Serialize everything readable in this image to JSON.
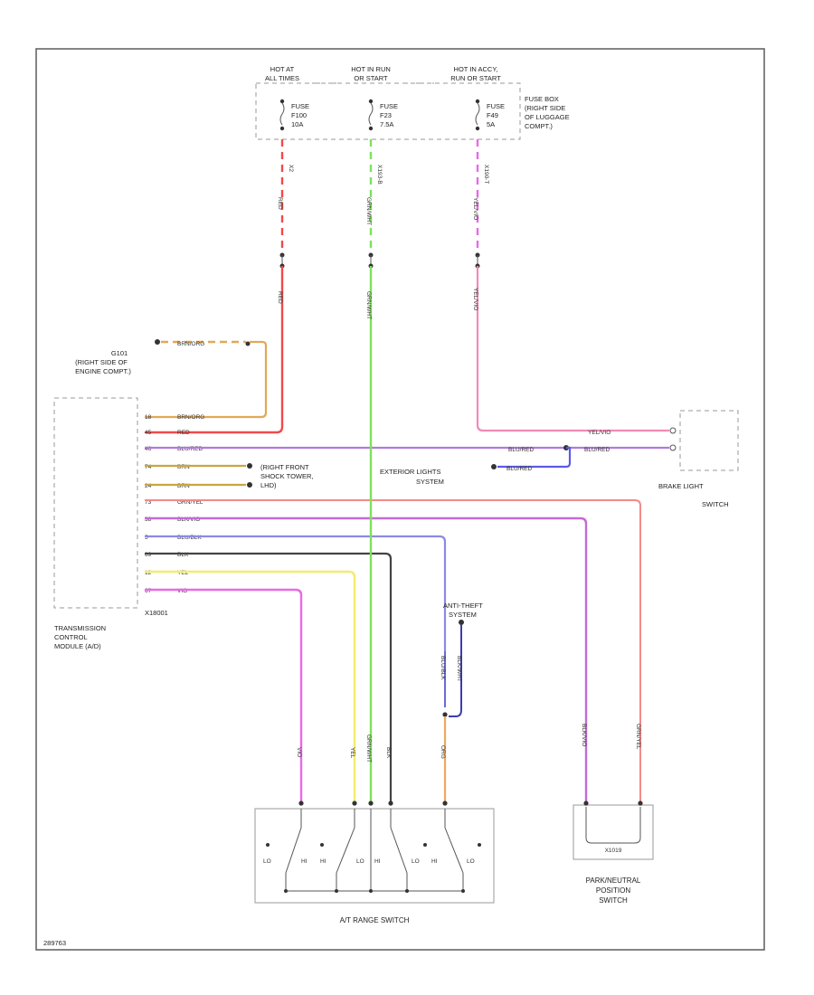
{
  "fuse_box": {
    "hot_labels": [
      [
        "HOT AT",
        "ALL TIMES"
      ],
      [
        "HOT IN RUN",
        "OR START"
      ],
      [
        "HOT IN ACCY,",
        "RUN OR START"
      ]
    ],
    "fuses": [
      [
        "FUSE",
        "F100",
        "10A"
      ],
      [
        "FUSE",
        "F23",
        "7.5A"
      ],
      [
        "FUSE",
        "F49",
        "5A"
      ]
    ],
    "box_label": [
      "FUSE BOX",
      "(RIGHT SIDE",
      "OF LUGGAGE",
      "COMPT.)"
    ]
  },
  "wires": [
    {
      "id": "w-red",
      "color": "#f24a4a",
      "codes": [
        "X2",
        "RED",
        "RED"
      ]
    },
    {
      "id": "w-green",
      "color": "#7fe05c",
      "codes": [
        "X193-B",
        "GRN/WHT",
        "GRN/WHT"
      ]
    },
    {
      "id": "w-pink",
      "color": "#f38ab4",
      "codes": [
        "X190-T",
        "YEL/VIO",
        "YEL/VIO"
      ]
    }
  ],
  "ground": {
    "id": [
      "G101",
      "(RIGHT SIDE OF",
      "ENGINE COMPT.)"
    ],
    "wire": "BRN/ORG"
  },
  "tcm": {
    "label": [
      "TRANSMISSION",
      "CONTROL",
      "MODULE (A/D)"
    ],
    "connector": "X18001",
    "pins": [
      {
        "pin": "18",
        "code": "BRN/ORG"
      },
      {
        "pin": "45",
        "code": "RED"
      },
      {
        "pin": "46",
        "code": "BLU/RED"
      },
      {
        "pin": "74",
        "code": "BRN"
      },
      {
        "pin": "24",
        "code": "BRN"
      },
      {
        "pin": "73",
        "code": "GRN/YEL"
      },
      {
        "pin": "38",
        "code": "BLK/VIO"
      },
      {
        "pin": "5",
        "code": "BLU/BLK"
      },
      {
        "pin": "69",
        "code": "BLK"
      },
      {
        "pin": "12",
        "code": "YEL"
      },
      {
        "pin": "67",
        "code": "VIO"
      }
    ]
  },
  "ground2": [
    "(RIGHT FRONT",
    "SHOCK TOWER,",
    "LHD)"
  ],
  "exterior": [
    "EXTERIOR LIGHTS",
    "SYSTEM"
  ],
  "exterior_wire": "BLU/RED",
  "brake_switch": {
    "label": [
      "BRAKE LIGHT",
      "SWITCH"
    ],
    "wires": [
      "YEL/VIO",
      "BLU/RED",
      "BLU/RED"
    ]
  },
  "anti_theft": {
    "label": [
      "ANTI-THEFT",
      "SYSTEM"
    ],
    "wires": [
      "BLU/BLK",
      "BLK/WHT"
    ]
  },
  "range_switch": {
    "label": "A/T RANGE SWITCH",
    "contacts": [
      "LO",
      "HI",
      "HI",
      "LO",
      "HI",
      "LO",
      "HI",
      "LO"
    ],
    "wire_labels": [
      "VIO",
      "YEL",
      "GRN/WHT",
      "BLK",
      "ORG"
    ]
  },
  "park_switch": {
    "label": [
      "PARK/NEUTRAL",
      "POSITION",
      "SWITCH"
    ],
    "connector": "X1019",
    "wires": [
      "BLK/VIO",
      "GRN/YEL"
    ]
  },
  "footer_code": "289763"
}
